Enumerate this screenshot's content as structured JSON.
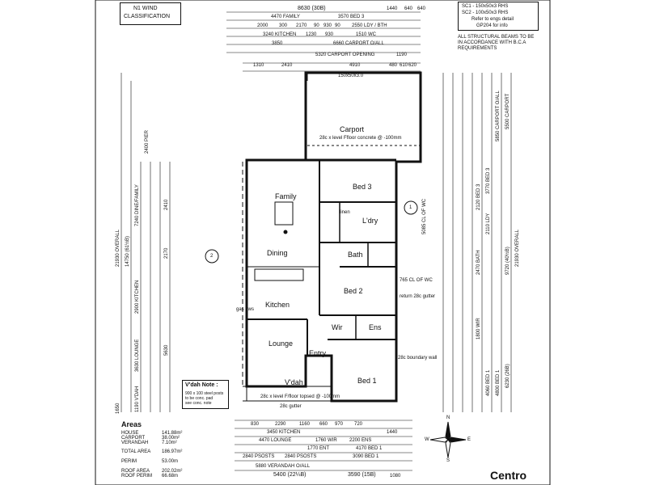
{
  "title_block": {
    "classification_line1": "N1 WIND",
    "classification_line2": "CLASSIFICATION",
    "lintel_lines": [
      "SC1 - 150x50x3 RHS",
      "SC2 - 100x50x3 RHS",
      "Refer to engs detail",
      "GP204 for info"
    ],
    "structural_note": [
      "ALL STRUCTURAL BEAMS TO BE",
      "IN ACCORDANCE WITH B.C.A",
      "REQUIREMENTS"
    ]
  },
  "rooms": {
    "carport": "Carport",
    "carport_note": "28c x level Ffloor concrete @ -100mm",
    "bed3": "Bed 3",
    "family": "Family",
    "ldry": "L'dry",
    "bath": "Bath",
    "dining": "Dining",
    "bed2": "Bed 2",
    "kitchen": "Kitchen",
    "wir": "Wir",
    "ens": "Ens",
    "lounge": "Lounge",
    "entry": "Entry",
    "vdah": "V'dah",
    "bed1": "Bed 1",
    "linen": "linen"
  },
  "top_dims": [
    "8630 (30B)",
    "1440",
    "640",
    "4470 FAMILY",
    "3570 BED 3",
    "2000",
    "300",
    "2170",
    "90",
    "930",
    "90",
    "2550 LDY / BTH",
    "3240 KITCHEN",
    "1230",
    "930",
    "1510 WC",
    "3850",
    "6660 CARPORT O/ALL",
    "5320 CARPORT OPENING",
    "1190",
    "1310",
    "2410",
    "4910",
    "480",
    "610",
    "620",
    "640"
  ],
  "bottom_dims": [
    "3450 KITCHEN",
    "2200 ENS",
    "4470 LOUNGE",
    "1760 WIR",
    "2840 PSOSTS",
    "1770 ENT",
    "4170 BED 1",
    "2840 PSOSTS",
    "3090 BED 1",
    "5880 VERANDAH O/ALL",
    "5400 (22¼B)",
    "3590 (15B)",
    "1080",
    "830",
    "2290",
    "1160",
    "660",
    "970",
    "720",
    "1440"
  ],
  "left_dims": [
    "21930 OVERALL",
    "14750 (61½B)",
    "7240 DINE/FAMILY",
    "2900 KITCHEN",
    "3630 LOUNGE",
    "1190 V'DAH",
    "2400 PIER",
    "1650",
    "2410",
    "2170",
    "5630"
  ],
  "right_dims": [
    "21930 OVERALL",
    "9720 (40½B)",
    "6230 (26B)",
    "5500 CARPORT",
    "5850 CARPORT O/ALL",
    "3770 BED 3",
    "2120 BED 3",
    "2470 BATH",
    "1800 WIR",
    "4060 BED 1",
    "4800 BED 1",
    "2110 LDY"
  ],
  "notes": {
    "vdah_note_title": "V'dah Note :",
    "vdah_note_lines": [
      "900 x 100 steel posts",
      "to be conc. pad",
      "see conc. note"
    ],
    "gas_hws": "gas hws",
    "carport_beam": "150x50x3.0",
    "boundary_wall": "28c boundary wall",
    "return_gutter": "return 28c gutter",
    "cl_of_wc": "5085 CL OF WC",
    "cl_of_wc2": "765 CL OF WC",
    "sd_gutter": "28c gutter",
    "vdah_floor": "28c x level F/floor topsed @ -100mm"
  },
  "section_markers": [
    "1",
    "2"
  ],
  "areas": {
    "heading": "Areas",
    "rows": [
      {
        "label": "HOUSE",
        "value": "141.88m²"
      },
      {
        "label": "CARPORT",
        "value": "38.00m²"
      },
      {
        "label": "VERANDAH",
        "value": "7.10m²"
      },
      {
        "label": "TOTAL AREA",
        "value": "186.97m²"
      },
      {
        "label": "PERIM",
        "value": "53.00m"
      },
      {
        "label": "ROOF AREA",
        "value": "202.02m²"
      },
      {
        "label": "ROOF PERIM",
        "value": "66.68m"
      }
    ]
  },
  "compass": {
    "north": "N",
    "south": "S",
    "east": "E",
    "west": "W"
  },
  "brand": "Centro"
}
